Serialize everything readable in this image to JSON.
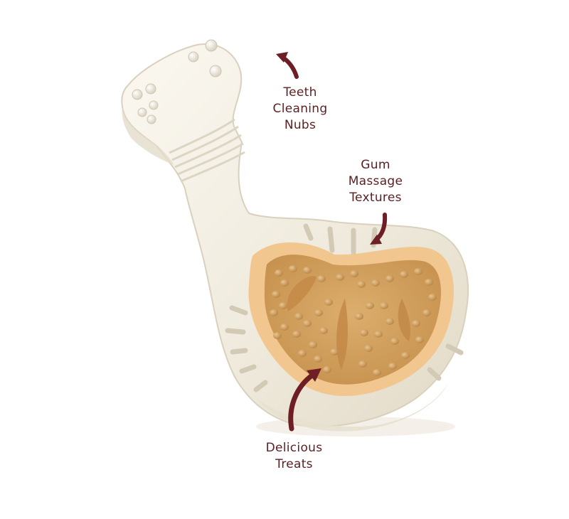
{
  "labels": {
    "teeth": [
      "Teeth",
      "Cleaning",
      "Nubs"
    ],
    "gum": [
      "Gum",
      "Massage",
      "Textures"
    ],
    "treats": [
      "Delicious",
      "Treats"
    ]
  },
  "colors": {
    "background": "#ffffff",
    "toy_body": "#f1ecdf",
    "toy_shadow": "#d9d1bd",
    "treat_rim": "#f0c48c",
    "treat_fill": "#d6a35e",
    "arrow": "#6e1f25",
    "label_text": "#5b1f22"
  },
  "icons": [
    "curved-arrow-icon"
  ]
}
